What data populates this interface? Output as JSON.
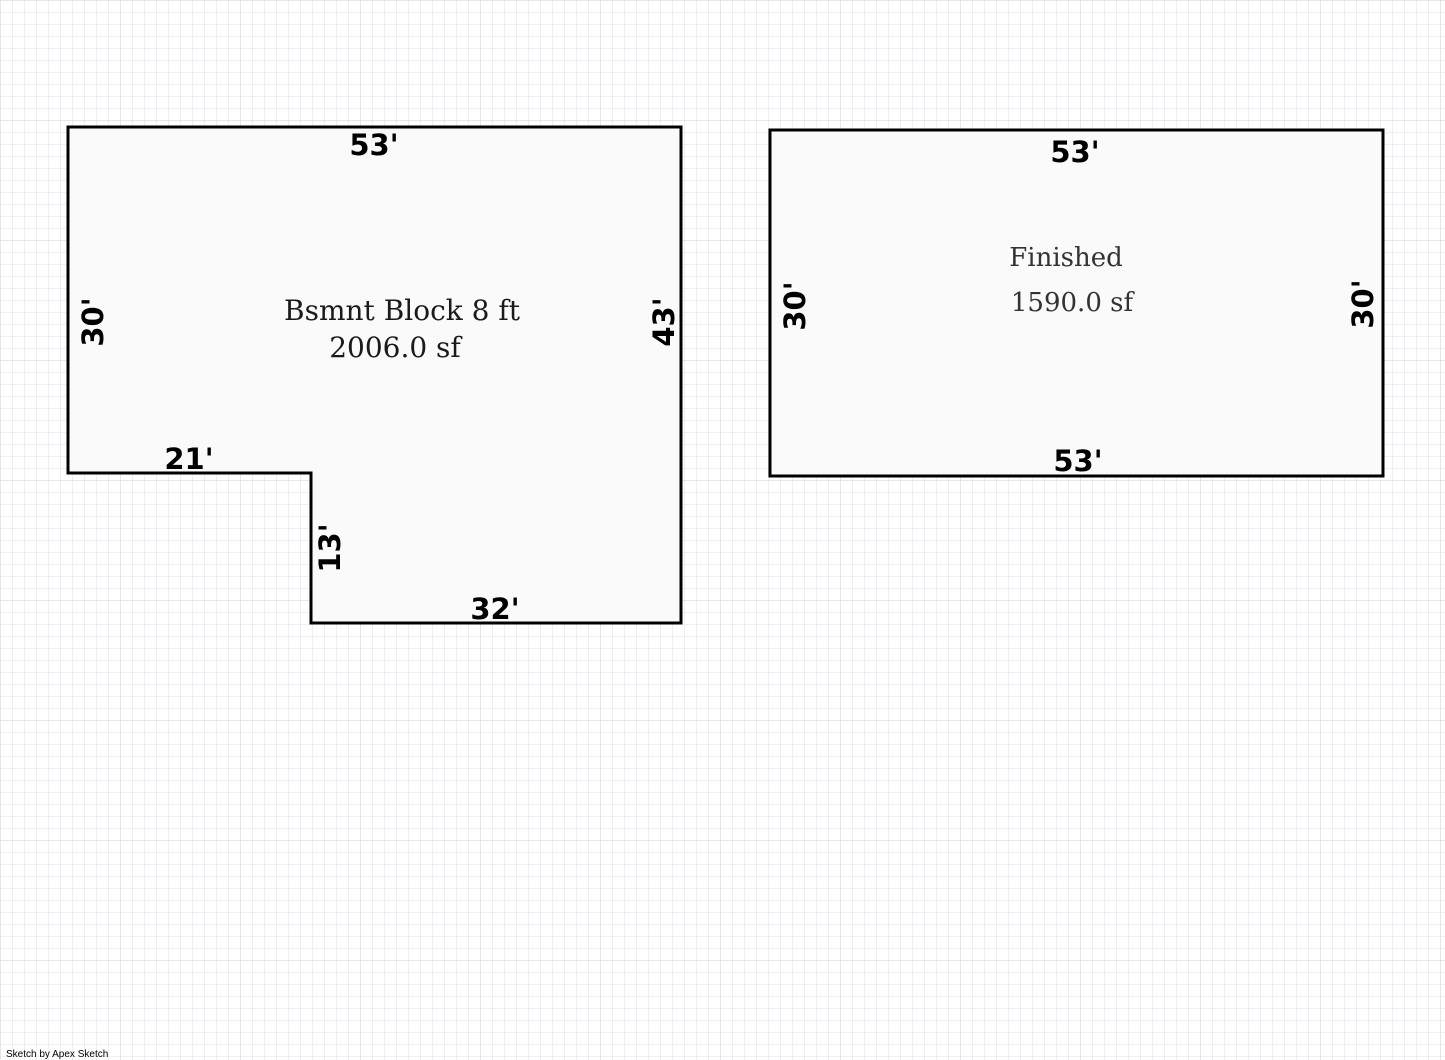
{
  "footer": {
    "credit": "Sketch by Apex Sketch"
  },
  "colors": {
    "grid_minor": "#dcdff0",
    "grid_major": "#c8d0c8",
    "room_fill": "#fafafa",
    "wall": "#000000"
  },
  "rooms": [
    {
      "id": "basement",
      "name": "Bsmnt Block 8 ft",
      "area": "2006.0 sf",
      "dimensions": {
        "top": "53'",
        "left": "30'",
        "right": "43'",
        "step_horizontal": "21'",
        "step_vertical": "13'",
        "bottom": "32'"
      }
    },
    {
      "id": "finished",
      "name": "Finished",
      "area": "1590.0 sf",
      "dimensions": {
        "top": "53'",
        "bottom": "53'",
        "left": "30'",
        "right": "30'"
      }
    }
  ]
}
